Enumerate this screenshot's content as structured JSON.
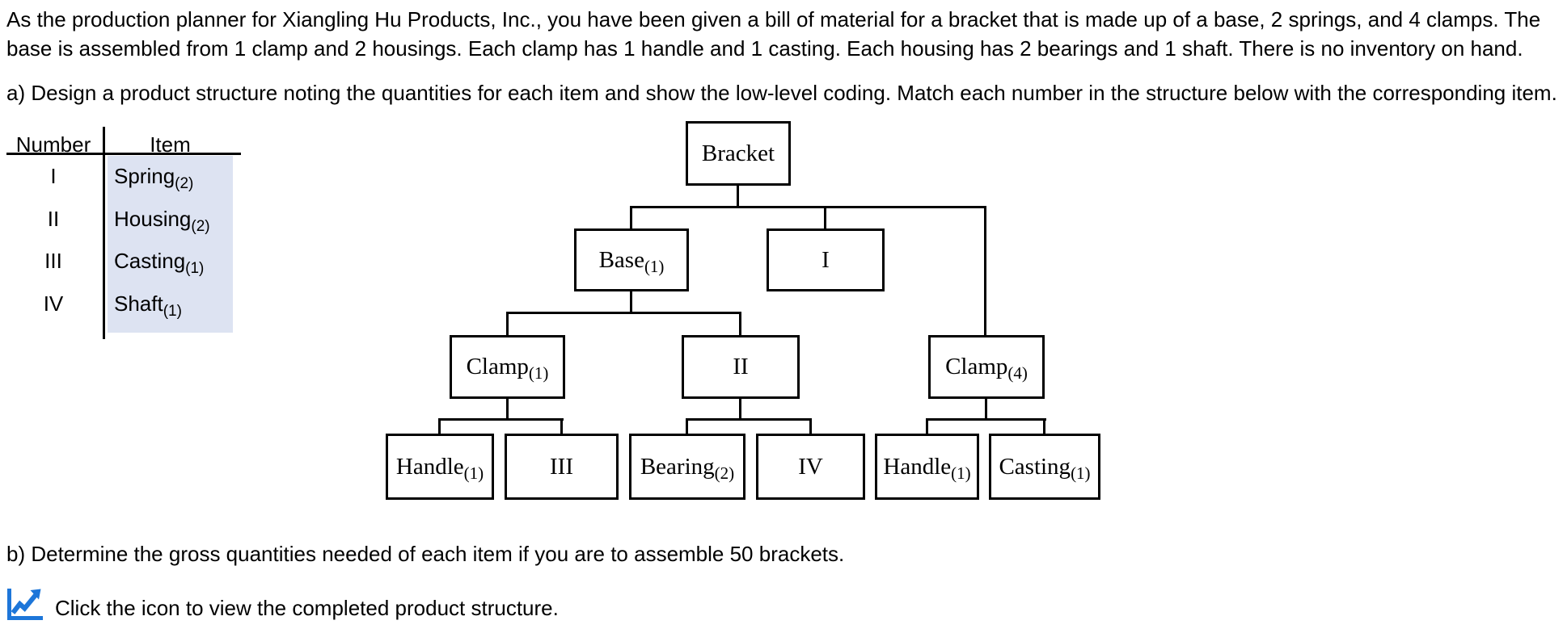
{
  "page": {
    "intro_line_1": "As the production planner for Xiangling Hu Products, Inc., you have been given a bill of material for a bracket that is made up of a base, 2 springs, and 4 clamps. The",
    "intro_line_2": "base is assembled from 1 clamp and 2 housings. Each clamp has 1 handle and 1 casting. Each housing has 2 bearings and 1 shaft. There is no inventory on hand.",
    "part_a": "a) Design a product structure noting the quantities for each item and show the low-level coding. Match each number in the structure below with the corresponding item.",
    "part_b": "b) Determine the gross quantities needed of each item if you are to assemble 50 brackets.",
    "footer_text": "Click the icon to view the completed product structure."
  },
  "match_table": {
    "headers": {
      "number": "Number",
      "item": "Item"
    },
    "rows": [
      {
        "number": "I",
        "item": "Spring",
        "qty": "(2)"
      },
      {
        "number": "II",
        "item": "Housing",
        "qty": "(2)"
      },
      {
        "number": "III",
        "item": "Casting",
        "qty": "(1)"
      },
      {
        "number": "IV",
        "item": "Shaft",
        "qty": "(1)"
      }
    ]
  },
  "tree": {
    "nodes": {
      "bracket": {
        "label": "Bracket",
        "sub": ""
      },
      "base": {
        "label": "Base",
        "sub": "(1)"
      },
      "slot1": {
        "label": "I",
        "sub": ""
      },
      "clamp1": {
        "label": "Clamp",
        "sub": "(1)"
      },
      "slot2": {
        "label": "II",
        "sub": ""
      },
      "clamp4": {
        "label": "Clamp",
        "sub": "(4)"
      },
      "handle_l": {
        "label": "Handle",
        "sub": "(1)"
      },
      "slot3": {
        "label": "III",
        "sub": ""
      },
      "bearing": {
        "label": "Bearing",
        "sub": "(2)"
      },
      "slot4": {
        "label": "IV",
        "sub": ""
      },
      "handle_r": {
        "label": "Handle",
        "sub": "(1)"
      },
      "casting_r": {
        "label": "Casting",
        "sub": "(1)"
      }
    }
  },
  "icons": {
    "footer_icon": "trend-chart-icon"
  },
  "colors": {
    "answer_highlight": "#dde3f2",
    "icon_blue": "#1d76d9",
    "line_black": "#000000"
  }
}
